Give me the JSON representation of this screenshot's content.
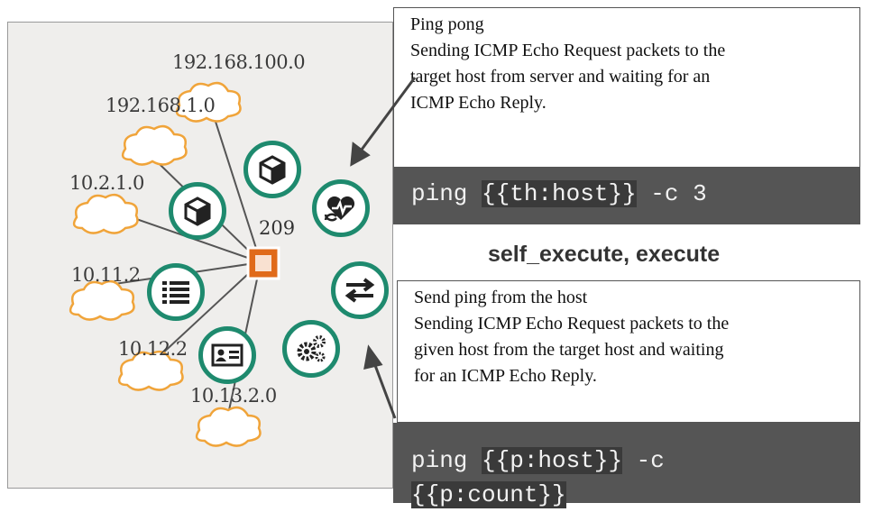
{
  "map": {
    "networks": [
      "192.168.100.0",
      "192.168.1.0",
      "10.2.1.0",
      "10.11.2",
      "10.12.2",
      "10.13.2.0"
    ],
    "node_label": "209"
  },
  "actions": [
    {
      "name": "ping-pong",
      "icon": "heartbeat-refresh-icon"
    },
    {
      "name": "send-ping-from-host",
      "icon": "swap-arrows-icon"
    },
    {
      "name": "settings",
      "icon": "gears-icon"
    },
    {
      "name": "id-card",
      "icon": "id-card-icon"
    },
    {
      "name": "list",
      "icon": "list-icon"
    },
    {
      "name": "cube",
      "icon": "cube-icon"
    }
  ],
  "ping_pong": {
    "title": "Ping pong",
    "desc_line1": "Sending ICMP Echo Request packets to the",
    "desc_line2": "target host from server and waiting for an",
    "desc_line3": "ICMP Echo Reply.",
    "cmd_prefix": "ping ",
    "cmd_var": "{{th:host}}",
    "cmd_suffix": " -c 3"
  },
  "scope_label": "self_execute, execute",
  "send_ping": {
    "title": "Send ping from the host",
    "desc_line1": "Sending ICMP Echo Request packets to the",
    "desc_line2": "given host from the target host and waiting",
    "desc_line3": "for an ICMP Echo Reply.",
    "cmd_prefix": "ping ",
    "cmd_var": "{{p:host}}",
    "cmd_suffix": " -c",
    "cmd_line2": "{{p:count}}"
  },
  "colors": {
    "accent": "#1e8a6e",
    "code_bg": "#555555",
    "node": "#e06a1a",
    "cloud": "#f0a43a"
  }
}
